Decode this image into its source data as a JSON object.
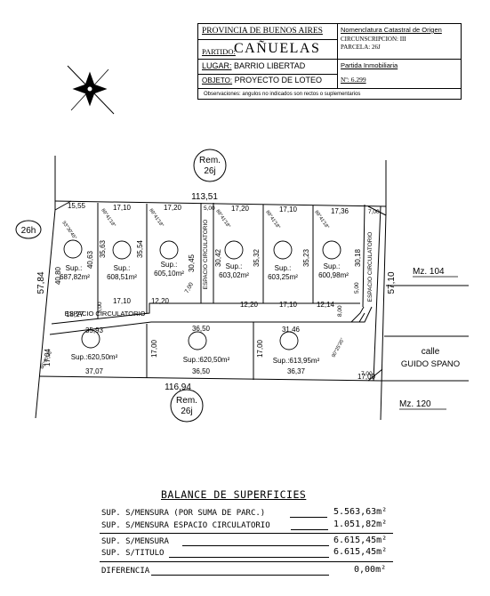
{
  "header": {
    "provincia": "PROVINCIA DE BUENOS AIRES",
    "partido_label": "PARTIDO:",
    "partido": "CAÑUELAS",
    "lugar_label": "LUGAR:",
    "lugar": "BARRIO LIBERTAD",
    "objeto_label": "OBJETO:",
    "objeto": "PROYECTO DE LOTEO",
    "nomenclatura_title": "Nomenclatura Catastral de Origen",
    "circunscripcion": "CIRCUNSCRIPCION: III",
    "parcela": "PARCELA: 26J",
    "partida_title": "Partida Inmobiliaria",
    "partida_no": "Nº: 6.299",
    "observaciones": "Observaciones: angulos no indicados son rectos o suplementarios"
  },
  "plan": {
    "rem_top": [
      "Rem.",
      "26j"
    ],
    "rem_bottom": [
      "Rem.",
      "26j"
    ],
    "parcel_26h": "26h",
    "mz104": "Mz. 104",
    "mz120": "Mz. 120",
    "calle": "calle",
    "guido": "GUIDO SPANO",
    "top_dim": "113,51",
    "bottom_dim": "116,94",
    "left_dim": "57,84",
    "right_dim": "57,10",
    "espacio": "ESPACIO CIRCULATORIO",
    "espacio_v1": "ESPACIO CIRCULATORIO",
    "espacio_v2": "ESPACIO CIRCULATORIO",
    "lots_top": [
      {
        "top": "15,55",
        "left": "40,80",
        "right": "40,63",
        "bottom": "18,27",
        "sup": "Sup.:",
        "area": "687,82m²",
        "angle": "93°30'45\""
      },
      {
        "top": "17,10",
        "left": "35,63",
        "right": "35,54",
        "bottom": "17,10",
        "sup": "Sup.:",
        "area": "608,51m²",
        "angle": "89°41'18\""
      },
      {
        "top": "17,20",
        "left": "",
        "right": "30,45",
        "bottom": "12,20",
        "sup": "Sup.:",
        "area": "605,10m²",
        "angle": "89°41'18\""
      },
      {
        "top": "17,20",
        "left": "30,42",
        "right": "35,32",
        "bottom": "12,20",
        "sup": "Sup.:",
        "area": "603,02m²",
        "angle": "89°41'18\""
      },
      {
        "top": "17,10",
        "left": "",
        "right": "35,23",
        "bottom": "17,10",
        "sup": "Sup.:",
        "area": "603,25m²",
        "angle": "89°41'18\""
      },
      {
        "top": "17,36",
        "left": "",
        "right": "30,18",
        "bottom": "12,14",
        "sup": "Sup.:",
        "area": "600,98m²",
        "angle": "89°41'18\""
      }
    ],
    "lots_bottom": [
      {
        "top": "35,93",
        "left": "17,04",
        "right": "",
        "bottom": "37,07",
        "area": "Sup.:620,50m²",
        "angle": "86°10'33\""
      },
      {
        "top": "36,50",
        "left": "17,00",
        "right": "",
        "bottom": "36,50",
        "area": "Sup.:620,50m²",
        "angle": ""
      },
      {
        "top": "31,46",
        "left": "17,00",
        "right": "17,00",
        "bottom": "36,37",
        "area": "Sup.:613,95m²",
        "angle": "90°25'35\""
      }
    ],
    "small_dims": [
      "5,00",
      "5,00",
      "7,00",
      "7,00",
      "8,00",
      "5,00",
      "7,00"
    ]
  },
  "balance": {
    "title": "BALANCE DE SUPERFICIES",
    "rows": [
      {
        "label": "SUP. S/MENSURA (POR SUMA DE PARC.)",
        "value": "5.563,63m²"
      },
      {
        "label": "SUP. S/MENSURA ESPACIO CIRCULATORIO",
        "value": "1.051,82m²"
      },
      {
        "label": "SUP. S/MENSURA",
        "value": "6.615,45m²"
      },
      {
        "label": "SUP. S/TITULO",
        "value": "6.615,45m²"
      },
      {
        "label": "DIFERENCIA",
        "value": "0,00m²"
      }
    ]
  }
}
